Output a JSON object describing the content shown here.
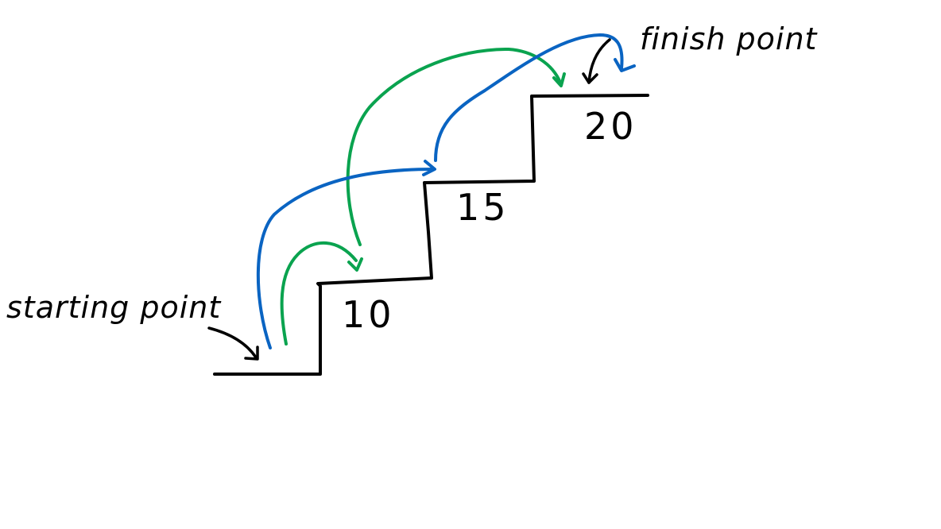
{
  "labels": {
    "start": "starting point",
    "finish": "finish point"
  },
  "steps": [
    {
      "id": "step-10",
      "value": "10"
    },
    {
      "id": "step-15",
      "value": "15"
    },
    {
      "id": "step-20",
      "value": "20"
    }
  ],
  "colors": {
    "stairs": "#000000",
    "green_path": "#0aa34f",
    "blue_path": "#0a64c2",
    "background": "#ffffff"
  }
}
